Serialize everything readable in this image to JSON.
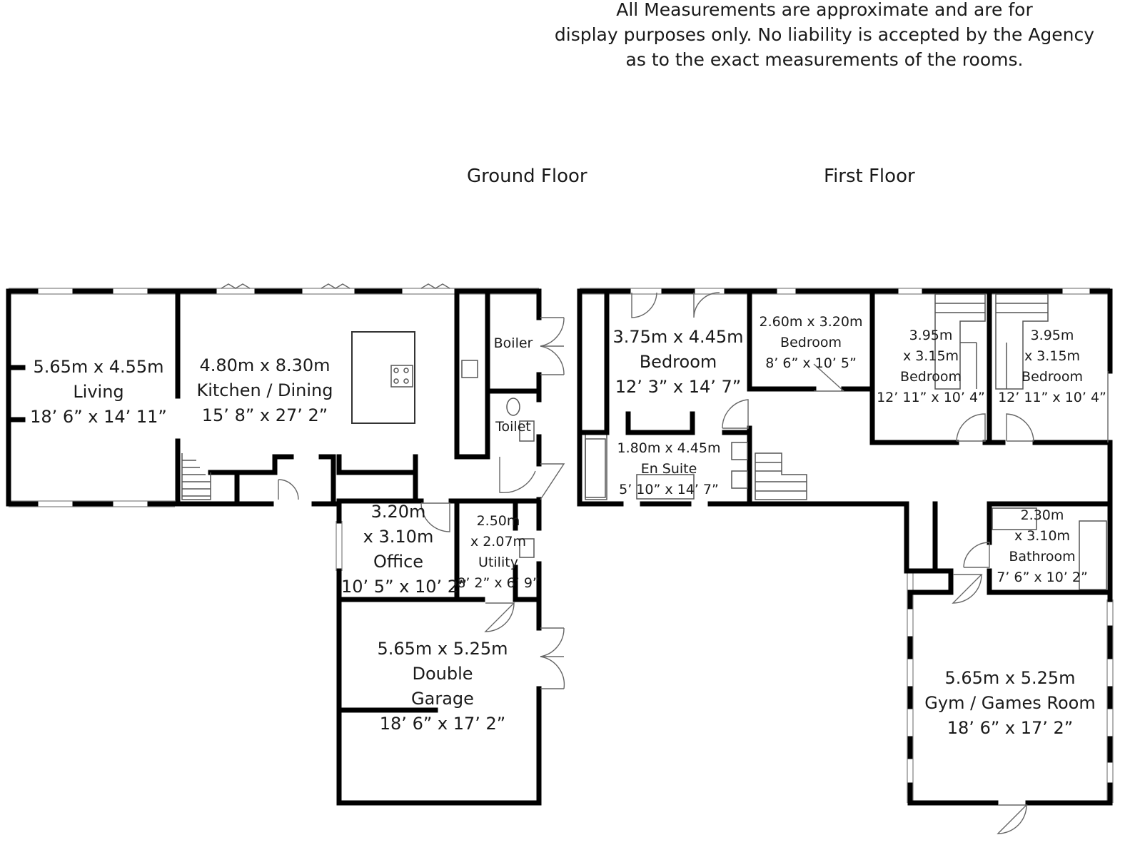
{
  "disclaimer": {
    "line1": "All Measurements are approximate and are for",
    "line2": "display purposes only. No liability is accepted by the Agency",
    "line3": "as to the exact measurements of the rooms."
  },
  "floors": {
    "ground": "Ground Floor",
    "first": "First Floor"
  },
  "ground_rooms": {
    "living": {
      "metric": "5.65m x 4.55m",
      "name": "Living",
      "imperial": "18’ 6” x 14’ 11”"
    },
    "kitchen": {
      "metric": "4.80m x 8.30m",
      "name": "Kitchen / Dining",
      "imperial": "15’ 8” x 27’ 2”"
    },
    "boiler": {
      "name": "Boiler"
    },
    "toilet": {
      "name": "Toilet"
    },
    "office": {
      "metric_a": "3.20m",
      "metric_b": "x 3.10m",
      "name": "Office",
      "imperial": "10’ 5” x 10’ 2”"
    },
    "utility": {
      "metric_a": "2.50m",
      "metric_b": "x 2.07m",
      "name": "Utility",
      "imperial": "8’ 2” x 6’ 9”"
    },
    "garage": {
      "metric": "5.65m x 5.25m",
      "name_a": "Double",
      "name_b": "Garage",
      "imperial": "18’ 6” x 17’ 2”"
    }
  },
  "first_rooms": {
    "bedroom1": {
      "metric": "3.75m x 4.45m",
      "name": "Bedroom",
      "imperial": "12’ 3” x 14’ 7”"
    },
    "bedroom2": {
      "metric": "2.60m x 3.20m",
      "name": "Bedroom",
      "imperial": "8’ 6” x 10’ 5”"
    },
    "bedroom3": {
      "metric_a": "3.95m",
      "metric_b": "x 3.15m",
      "name": "Bedroom",
      "imperial": "12’ 11” x 10’ 4”"
    },
    "bedroom4": {
      "metric_a": "3.95m",
      "metric_b": "x 3.15m",
      "name": "Bedroom",
      "imperial": "12’ 11” x 10’ 4”"
    },
    "ensuite": {
      "metric": "1.80m x 4.45m",
      "name": "En Suite",
      "imperial": "5’ 10” x 14’ 7”"
    },
    "bathroom": {
      "metric_a": "2.30m",
      "metric_b": "x 3.10m",
      "name": "Bathroom",
      "imperial": "7’ 6” x 10’ 2”"
    },
    "gym": {
      "metric": "5.65m x 5.25m",
      "name": "Gym / Games Room",
      "imperial": "18’ 6” x 17’ 2”"
    }
  }
}
